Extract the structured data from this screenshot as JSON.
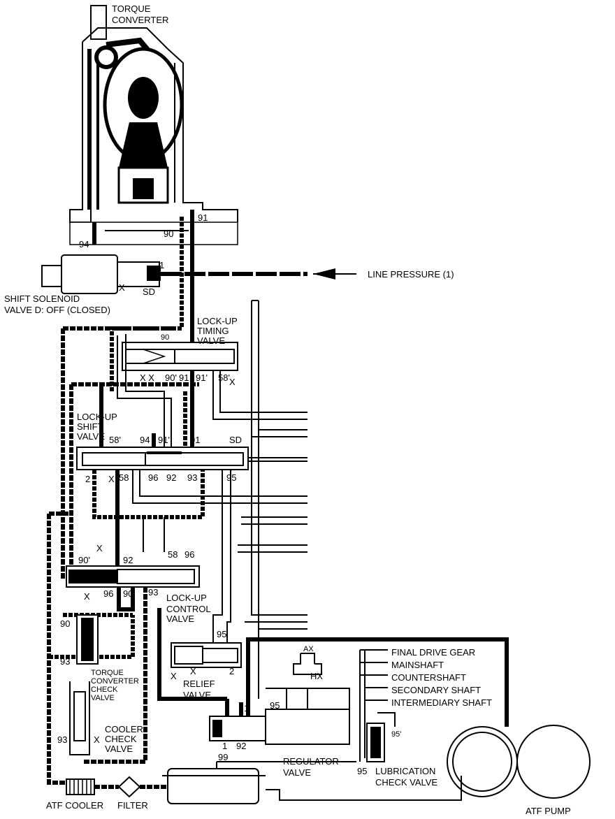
{
  "components": {
    "torque_converter": [
      "TORQUE",
      "CONVERTER"
    ],
    "shift_solenoid": [
      "SHIFT SOLENOID",
      "VALVE D: OFF (CLOSED)"
    ],
    "lockup_timing_valve": [
      "LOCK-UP",
      "TIMING",
      "VALVE"
    ],
    "lockup_shift_valve": [
      "LOCK-UP",
      "SHIFT",
      "VALVE"
    ],
    "lockup_control_valve": [
      "LOCK-UP",
      "CONTROL",
      "VALVE"
    ],
    "tc_check_valve": [
      "TORQUE",
      "CONVERTER",
      "CHECK",
      "VALVE"
    ],
    "cooler_check_valve": [
      "COOLER",
      "CHECK",
      "VALVE"
    ],
    "relief_valve": [
      "RELIEF",
      "VALVE"
    ],
    "regulator_valve": [
      "REGULATOR",
      "VALVE"
    ],
    "lubrication_check_valve": [
      "LUBRICATION",
      "CHECK VALVE"
    ],
    "atf_cooler": "ATF COOLER",
    "filter": "FILTER",
    "atf_pump": "ATF PUMP"
  },
  "line_pressure": "LINE PRESSURE (1)",
  "lubrication_outputs": [
    "FINAL DRIVE GEAR",
    "MAINSHAFT",
    "COUNTERSHAFT",
    "SECONDARY SHAFT",
    "INTERMEDIARY SHAFT"
  ],
  "port_labels": {
    "p94_top": "94",
    "p90_top": "90",
    "p91_top": "91",
    "p1_sol": "1",
    "x_sol": "X",
    "sd_sol": "SD",
    "p90_timing": "90",
    "xx_timing": "X X",
    "p90p_timing": "90'",
    "p91_timing": "91",
    "p91p_timing": "91'",
    "p58p_timing": "58'",
    "x_timing": "X",
    "p58p_shift": "58'",
    "p94_shift": "94",
    "p91p_shift": "91'",
    "p91_shift": "91",
    "sd_shift": "SD",
    "p2_shift": "2",
    "x_shift": "X",
    "p58_shift": "58",
    "p96_shift": "96",
    "p92_shift": "92",
    "p93_shift": "93",
    "p95_shift": "95",
    "x_ctrl_top": "X",
    "p90p_ctrl": "90'",
    "p92_ctrl": "92",
    "p58_ctrl": "58",
    "p96_ctrl_top": "96",
    "x_ctrl_bot": "X",
    "p96_ctrl": "96",
    "p90_ctrl": "90",
    "p93_ctrl": "93",
    "p90_tc": "90",
    "p93_tc": "93",
    "p93_cool": "93",
    "x_cool": "X",
    "p95_relief": "95",
    "x1_relief": "X",
    "x2_relief": "X",
    "p2_relief": "2",
    "ax": "AX",
    "hx": "HX",
    "p1_reg": "1",
    "p95_reg": "95",
    "p1_reg_b": "1",
    "p92_reg": "92",
    "p95p_lub": "95'",
    "p95_lub": "95",
    "p99": "99"
  }
}
